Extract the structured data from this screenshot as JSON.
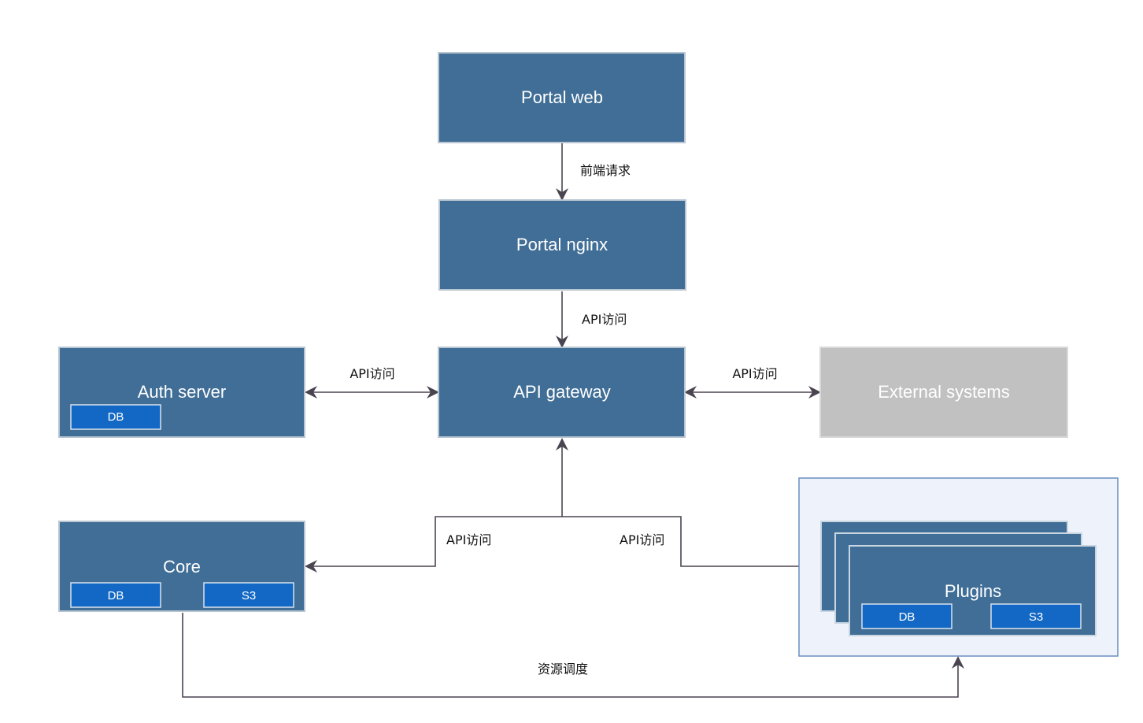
{
  "colors": {
    "node_fill": "#406e96",
    "node_stroke": "#b9c6d2",
    "chip_fill": "#1268c4",
    "chip_stroke": "#d7e2ee",
    "external_fill": "#c1c1c1",
    "group_fill": "#eef3fb",
    "group_stroke": "#6a8fc0",
    "edge": "#4a4450"
  },
  "nodes": {
    "portal_web": {
      "label": "Portal web"
    },
    "portal_nginx": {
      "label": "Portal nginx"
    },
    "api_gateway": {
      "label": "API gateway"
    },
    "auth_server": {
      "label": "Auth server",
      "db": "DB"
    },
    "external_systems": {
      "label": "External systems"
    },
    "core": {
      "label": "Core",
      "db": "DB",
      "s3": "S3"
    },
    "plugins": {
      "label": "Plugins",
      "db": "DB",
      "s3": "S3"
    }
  },
  "edges": {
    "web_to_nginx": "前端请求",
    "nginx_to_gateway": "API访问",
    "auth_gateway": "API访问",
    "gateway_external": "API访问",
    "gateway_core": "API访问",
    "gateway_plugins": "API访问",
    "core_to_plugins": "资源调度"
  }
}
